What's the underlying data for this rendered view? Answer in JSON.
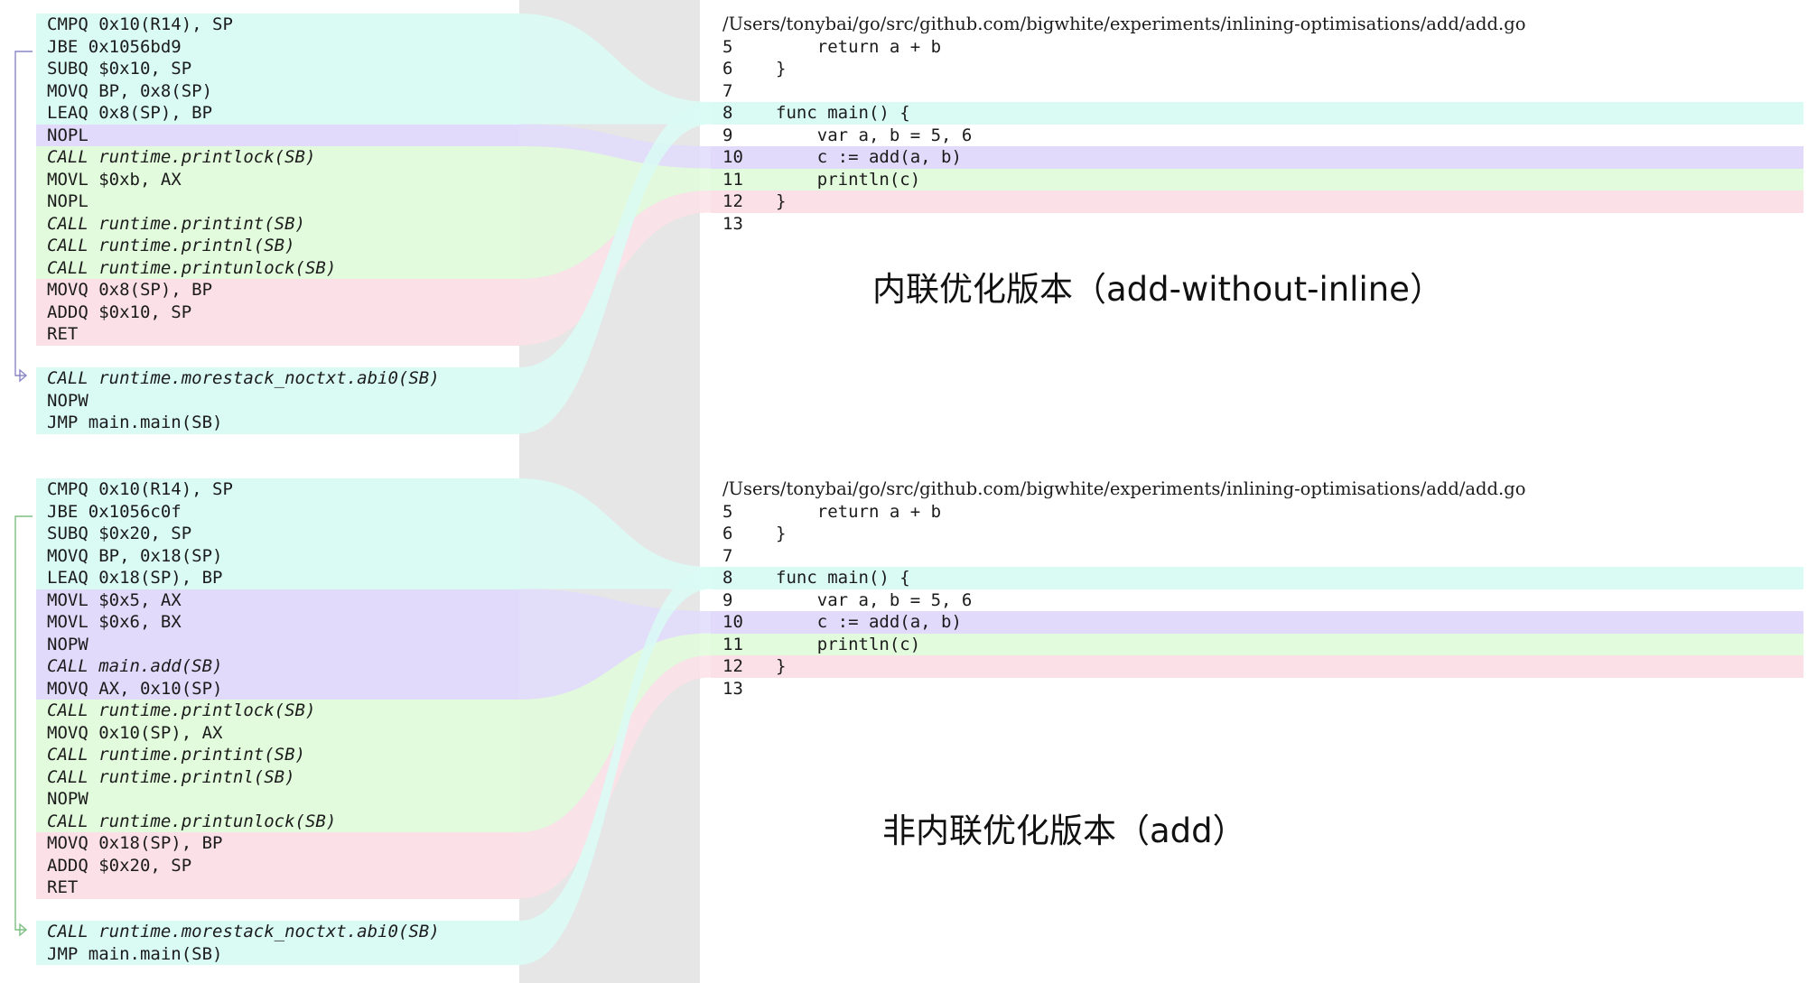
{
  "colors": {
    "block_1": "#d9fbf4",
    "block_2": "#e1dafb",
    "block_3": "#e1fbdc",
    "block_4": "#fbe0e8",
    "gutter": "#e6e6e6"
  },
  "top": {
    "asm": [
      {
        "text": "CMPQ 0x10(R14), SP",
        "block": "c1"
      },
      {
        "text": "JBE 0x1056bd9",
        "block": "c1"
      },
      {
        "text": "SUBQ $0x10, SP",
        "block": "c1"
      },
      {
        "text": "MOVQ BP, 0x8(SP)",
        "block": "c1"
      },
      {
        "text": "LEAQ 0x8(SP), BP",
        "block": "c1"
      },
      {
        "text": "NOPL",
        "block": "c2"
      },
      {
        "text": "CALL runtime.printlock(SB)",
        "block": "c3",
        "call": true
      },
      {
        "text": "MOVL $0xb, AX",
        "block": "c3"
      },
      {
        "text": "NOPL",
        "block": "c3"
      },
      {
        "text": "CALL runtime.printint(SB)",
        "block": "c3",
        "call": true
      },
      {
        "text": "CALL runtime.printnl(SB)",
        "block": "c3",
        "call": true
      },
      {
        "text": "CALL runtime.printunlock(SB)",
        "block": "c3",
        "call": true
      },
      {
        "text": "MOVQ 0x8(SP), BP",
        "block": "c4"
      },
      {
        "text": "ADDQ $0x10, SP",
        "block": "c4"
      },
      {
        "text": "RET",
        "block": "c4"
      },
      {
        "text": "",
        "block": "gap"
      },
      {
        "text": "CALL runtime.morestack_noctxt.abi0(SB)",
        "block": "c1",
        "call": true
      },
      {
        "text": "NOPW",
        "block": "c1"
      },
      {
        "text": "JMP main.main(SB)",
        "block": "c1"
      }
    ],
    "source": {
      "path": "/Users/tonybai/go/src/github.com/bigwhite/experiments/inlining-optimisations/add/add.go",
      "lines": [
        {
          "num": "5",
          "code": "    return a + b",
          "block": ""
        },
        {
          "num": "6",
          "code": "}",
          "block": ""
        },
        {
          "num": "7",
          "code": "",
          "block": ""
        },
        {
          "num": "8",
          "code": "func main() {",
          "block": "c1"
        },
        {
          "num": "9",
          "code": "    var a, b = 5, 6",
          "block": ""
        },
        {
          "num": "10",
          "code": "    c := add(a, b)",
          "block": "c2"
        },
        {
          "num": "11",
          "code": "    println(c)",
          "block": "c3"
        },
        {
          "num": "12",
          "code": "}",
          "block": "c4"
        },
        {
          "num": "13",
          "code": "",
          "block": ""
        }
      ]
    },
    "caption": "内联优化版本（add-without-inline）"
  },
  "bottom": {
    "asm": [
      {
        "text": "CMPQ 0x10(R14), SP",
        "block": "c1"
      },
      {
        "text": "JBE 0x1056c0f",
        "block": "c1"
      },
      {
        "text": "SUBQ $0x20, SP",
        "block": "c1"
      },
      {
        "text": "MOVQ BP, 0x18(SP)",
        "block": "c1"
      },
      {
        "text": "LEAQ 0x18(SP), BP",
        "block": "c1"
      },
      {
        "text": "MOVL $0x5, AX",
        "block": "c2"
      },
      {
        "text": "MOVL $0x6, BX",
        "block": "c2"
      },
      {
        "text": "NOPW",
        "block": "c2"
      },
      {
        "text": "CALL main.add(SB)",
        "block": "c2",
        "call": true
      },
      {
        "text": "MOVQ AX, 0x10(SP)",
        "block": "c2"
      },
      {
        "text": "CALL runtime.printlock(SB)",
        "block": "c3",
        "call": true
      },
      {
        "text": "MOVQ 0x10(SP), AX",
        "block": "c3"
      },
      {
        "text": "CALL runtime.printint(SB)",
        "block": "c3",
        "call": true
      },
      {
        "text": "CALL runtime.printnl(SB)",
        "block": "c3",
        "call": true
      },
      {
        "text": "NOPW",
        "block": "c3"
      },
      {
        "text": "CALL runtime.printunlock(SB)",
        "block": "c3",
        "call": true
      },
      {
        "text": "MOVQ 0x18(SP), BP",
        "block": "c4"
      },
      {
        "text": "ADDQ $0x20, SP",
        "block": "c4"
      },
      {
        "text": "RET",
        "block": "c4"
      },
      {
        "text": "",
        "block": "gap"
      },
      {
        "text": "CALL runtime.morestack_noctxt.abi0(SB)",
        "block": "c1",
        "call": true
      },
      {
        "text": "JMP main.main(SB)",
        "block": "c1"
      }
    ],
    "source": {
      "path": "/Users/tonybai/go/src/github.com/bigwhite/experiments/inlining-optimisations/add/add.go",
      "lines": [
        {
          "num": "5",
          "code": "    return a + b",
          "block": ""
        },
        {
          "num": "6",
          "code": "}",
          "block": ""
        },
        {
          "num": "7",
          "code": "",
          "block": ""
        },
        {
          "num": "8",
          "code": "func main() {",
          "block": "c1"
        },
        {
          "num": "9",
          "code": "    var a, b = 5, 6",
          "block": ""
        },
        {
          "num": "10",
          "code": "    c := add(a, b)",
          "block": "c2"
        },
        {
          "num": "11",
          "code": "    println(c)",
          "block": "c3"
        },
        {
          "num": "12",
          "code": "}",
          "block": "c4"
        },
        {
          "num": "13",
          "code": "",
          "block": ""
        }
      ]
    },
    "caption": "非内联优化版本（add）"
  }
}
